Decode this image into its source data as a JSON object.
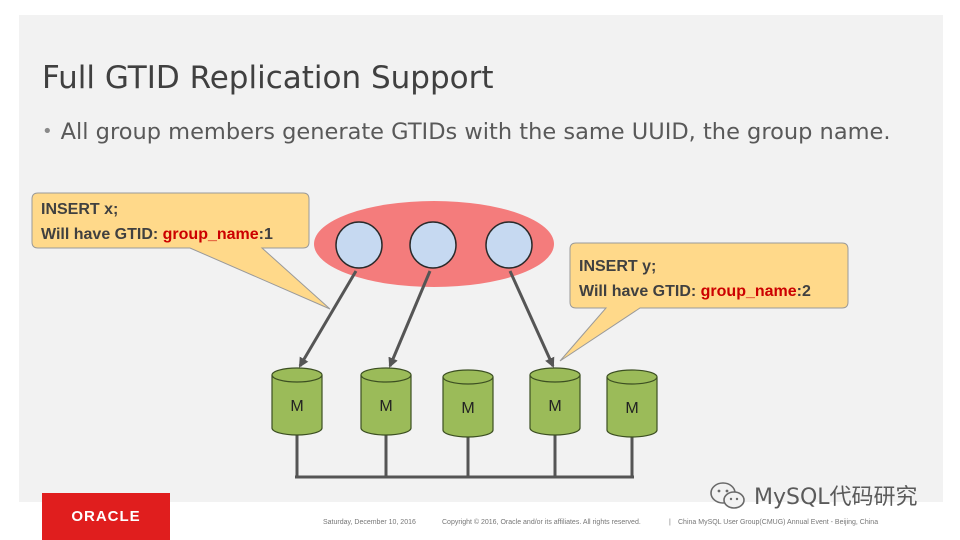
{
  "slide": {
    "title": "Full GTID Replication Support",
    "bullet": "All group members generate GTIDs with the same UUID, the group name."
  },
  "diagram": {
    "callout_left": {
      "line1": "INSERT x;",
      "line2_prefix": "Will have GTID: ",
      "line2_name": "group_name",
      "line2_suffix": ":1"
    },
    "callout_right": {
      "line1": "INSERT y;",
      "line2_prefix": "Will have GTID: ",
      "line2_name": "group_name",
      "line2_suffix": ":2"
    },
    "members": [
      "M",
      "M",
      "M",
      "M",
      "M"
    ],
    "colors": {
      "group_ellipse": "#f47c7c",
      "client_circle": "#c6d9f1",
      "member_fill": "#9bbb59",
      "callout_fill": "#ffd98a",
      "arrow": "#555555",
      "highlight": "#cc0000"
    }
  },
  "footer": {
    "date": "Saturday, December 10, 2016",
    "copyright": "Copyright © 2016, Oracle and/or its affiliates. All rights reserved.",
    "event": "China MySQL User Group(CMUG) Annual Event - Beijing, China"
  },
  "brand": {
    "logo_text": "ORACLE",
    "logo_color": "#e01e1e",
    "watermark": "MySQL代码研究"
  }
}
